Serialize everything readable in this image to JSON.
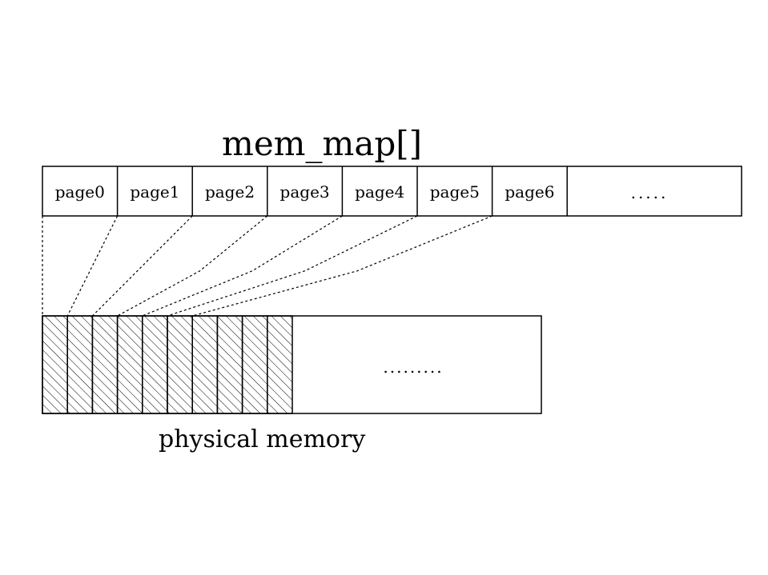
{
  "title": "mem_map[]",
  "mem_map": {
    "cells": [
      "page0",
      "page1",
      "page2",
      "page3",
      "page4",
      "page5",
      "page6"
    ],
    "ellipsis": "....."
  },
  "physical_memory": {
    "label": "physical memory",
    "ellipsis": ".........",
    "hatched_frame_count": 10
  },
  "colors": {
    "stroke": "#000000",
    "background": "#ffffff"
  }
}
